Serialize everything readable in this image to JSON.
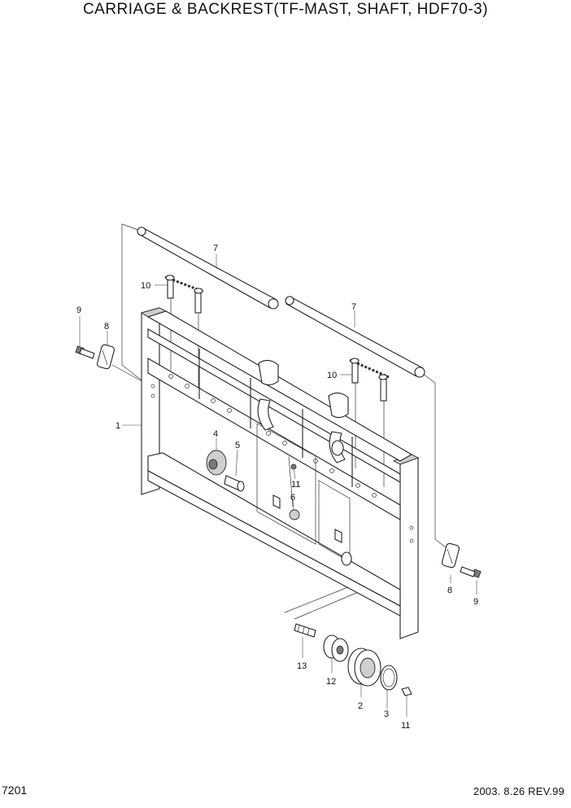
{
  "title": "CARRIAGE & BACKREST(TF-MAST, SHAFT, HDF70-3)",
  "page_number": "7201",
  "revision": "2003. 8.26 REV.99",
  "callouts": {
    "c1": "1",
    "c2": "2",
    "c3": "3",
    "c4": "4",
    "c5": "5",
    "c6": "6",
    "c7a": "7",
    "c7b": "7",
    "c8a": "8",
    "c8b": "8",
    "c9a": "9",
    "c9b": "9",
    "c10a": "10",
    "c10b": "10",
    "c11a": "11",
    "c11b": "11",
    "c12": "12",
    "c13": "13"
  }
}
